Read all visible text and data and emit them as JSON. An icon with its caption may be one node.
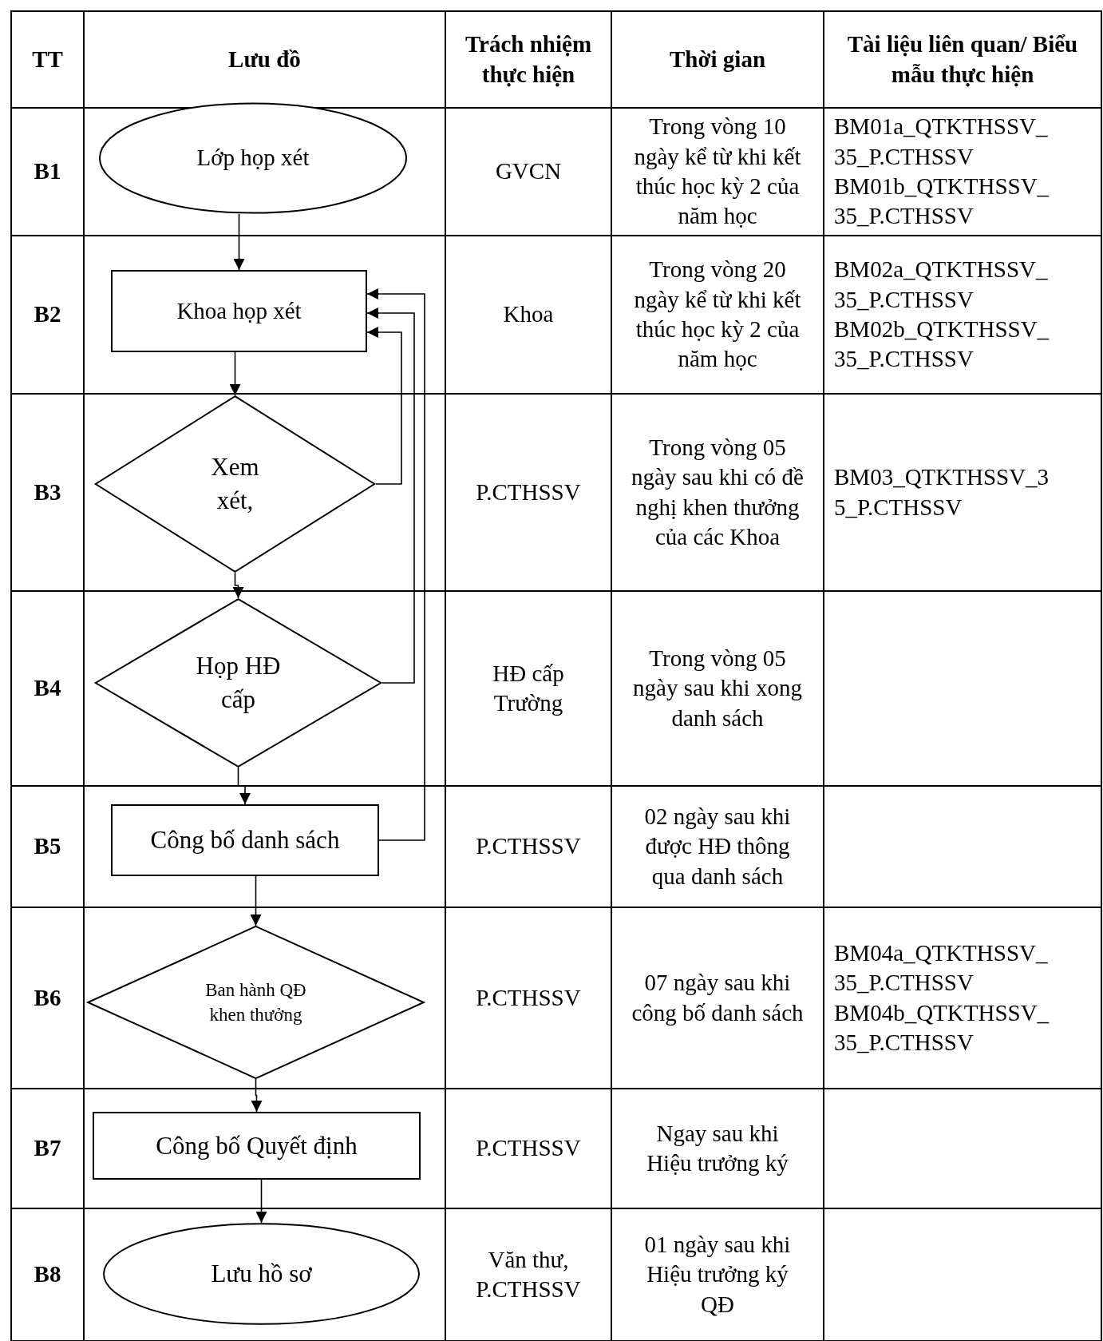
{
  "diagram": {
    "nodes": [
      {
        "text": [
          "Lớp họp xét"
        ]
      },
      {
        "text": [
          "Khoa họp xét"
        ]
      },
      {
        "text": [
          "Xem xét,"
        ]
      },
      {
        "text": [
          "Họp HĐ cấp"
        ]
      },
      {
        "text": [
          "Công bố danh sách"
        ]
      },
      {
        "text": [
          "Ban hành QĐ khen thưởng"
        ]
      },
      {
        "text": [
          "Công bố Quyết định"
        ]
      },
      {
        "text": [
          "Lưu hồ sơ"
        ]
      }
    ],
    "edges": [
      {
        "from": 0,
        "to": 1,
        "arrow": "to"
      },
      {
        "from": 1,
        "to": 2,
        "arrow": "to"
      },
      {
        "from": 2,
        "to": 3,
        "arrow": "to"
      },
      {
        "from": 3,
        "to": 4,
        "arrow": "to"
      },
      {
        "from": 4,
        "to": 5,
        "arrow": "to"
      },
      {
        "from": 5,
        "to": 6,
        "arrow": "to"
      },
      {
        "from": 6,
        "to": 7,
        "arrow": "to"
      },
      {
        "from": 2,
        "to": 1,
        "arrow": "to"
      },
      {
        "from": 3,
        "to": 1,
        "arrow": "to"
      },
      {
        "from": 4,
        "to": 1,
        "arrow": "to"
      }
    ],
    "labels": [
      "TT",
      "Lưu đồ",
      "Trách nhiệm thực hiện",
      "Thời gian",
      "Tài liệu liên quan/ Biểu mẫu thực hiện",
      "B1",
      "GVCN",
      "Trong vòng 10 ngày kể từ khi kết thúc học kỳ 2 của năm học",
      "BM01a_QTKTHSSV_35_P.CTHSSV",
      "BM01b_QTKTHSSV_35_P.CTHSSV",
      "B2",
      "Khoa",
      "Trong vòng 20 ngày kể từ khi kết thúc học kỳ 2 của năm học",
      "BM02a_QTKTHSSV_35_P.CTHSSV",
      "BM02b_QTKTHSSV_35_P.CTHSSV",
      "B3",
      "P.CTHSSV",
      "Trong vòng 05 ngày sau khi có đề nghị khen thưởng của các Khoa",
      "BM03_QTKTHSSV_35_P.CTHSSV",
      "B4",
      "HĐ cấp Trường",
      "Trong vòng 05 ngày sau khi xong danh sách",
      "B5",
      "P.CTHSSV",
      "02 ngày sau khi được HĐ thông qua danh sách",
      "B6",
      "P.CTHSSV",
      "07 ngày sau khi công bố danh sách",
      "BM04a_QTKTHSSV_35_P.CTHSSV",
      "BM04b_QTKTHSSV_35_P.CTHSSV",
      "B7",
      "P.CTHSSV",
      "Ngay sau khi Hiệu trưởng ký",
      "B8",
      "Văn thư, P.CTHSSV",
      "01 ngày sau khi Hiệu trưởng ký QĐ"
    ]
  }
}
